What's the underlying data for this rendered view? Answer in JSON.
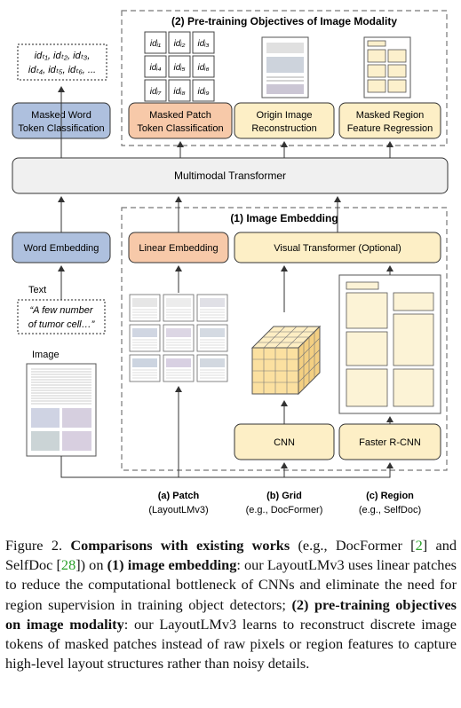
{
  "diagram": {
    "id_tokens_line1": "idₜ₁, idₜ₂, idₜ₃,",
    "id_tokens_line2": "idₜ₄, idₜ₅, idₜ₆, ...",
    "masked_word": [
      "Masked Word",
      "Token Classification"
    ],
    "objectives_title": "(2) Pre-training Objectives of Image Modality",
    "patch_ids": [
      "idᵢ₁",
      "idᵢ₂",
      "idᵢ₃",
      "idᵢ₄",
      "idᵢ₅",
      "idᵢ₆",
      "idᵢ₇",
      "idᵢ₈",
      "idᵢ₉"
    ],
    "masked_patch": [
      "Masked Patch",
      "Token Classification"
    ],
    "origin_image": [
      "Origin Image",
      "Reconstruction"
    ],
    "masked_region": [
      "Masked Region",
      "Feature Regression"
    ],
    "transformer": "Multimodal Transformer",
    "embedding_title": "(1) Image Embedding",
    "word_embedding": "Word Embedding",
    "linear_embedding": "Linear Embedding",
    "visual_transformer": "Visual Transformer (Optional)",
    "text_label": "Text",
    "text_quote": [
      "“A few number",
      "of tumor cell…”"
    ],
    "image_label": "Image",
    "cnn": "CNN",
    "faster_rcnn": "Faster R-CNN",
    "patch_label": "(a) Patch",
    "patch_sub": "(LayoutLMv3)",
    "grid_label": "(b) Grid",
    "grid_sub": "(e.g., DocFormer)",
    "region_label": "(c) Region",
    "region_sub": "(e.g., SelfDoc)",
    "colors": {
      "blue": "#aec0de",
      "orange": "#f7c9a9",
      "yellow": "#fdefc6",
      "cube": "#fbe0a0",
      "gray": "#f0f0f0",
      "page_panel": "#fcf3d6",
      "citation": "#2aa02a"
    }
  },
  "caption": {
    "fig": "Figure 2.",
    "t1": "Comparisons with existing works",
    "t2": " (e.g., DocFormer [",
    "c1": "2",
    "t3": "] and SelfDoc [",
    "c2": "28",
    "t4": "]) on ",
    "t5": "(1) image embedding",
    "t6": ": our LayoutLMv3 uses linear patches to reduce the computational bottleneck of CNNs and eliminate the need for region supervision in training object detectors; ",
    "t7": "(2) pre-training objectives on image modality",
    "t8": ": our LayoutLMv3 learns to reconstruct discrete image tokens of masked patches instead of raw pixels or region features to capture high-level layout structures rather than noisy details."
  }
}
